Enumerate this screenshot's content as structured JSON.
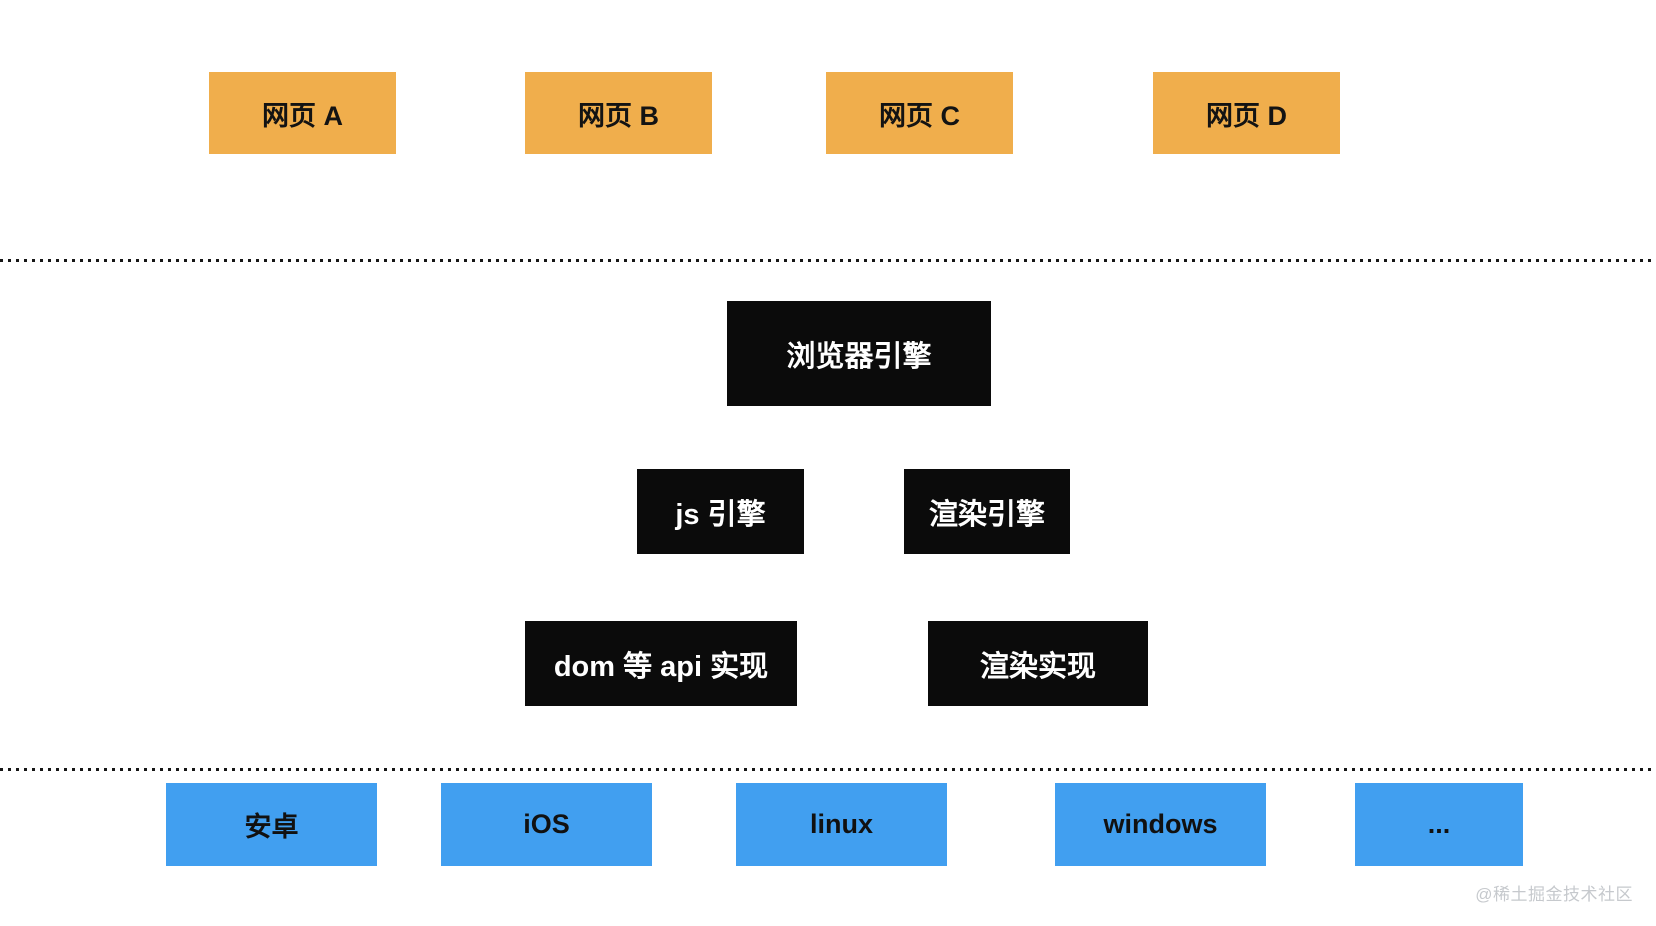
{
  "layers": {
    "webpages": {
      "items": [
        {
          "label": "网页 A"
        },
        {
          "label": "网页 B"
        },
        {
          "label": "网页 C"
        },
        {
          "label": "网页 D"
        }
      ]
    },
    "browser_engine": {
      "label": "浏览器引擎"
    },
    "engines": {
      "items": [
        {
          "label": "js 引擎"
        },
        {
          "label": "渲染引擎"
        }
      ]
    },
    "implementations": {
      "items": [
        {
          "label": "dom 等 api 实现"
        },
        {
          "label": "渲染实现"
        }
      ]
    },
    "platforms": {
      "items": [
        {
          "label": "安卓"
        },
        {
          "label": "iOS"
        },
        {
          "label": "linux"
        },
        {
          "label": "windows"
        },
        {
          "label": "..."
        }
      ]
    }
  },
  "watermark": {
    "text": "@稀土掘金技术社区"
  },
  "colors": {
    "webpage_box": "#f0ae4c",
    "engine_box": "#0b0b0b",
    "engine_text": "#ffffff",
    "platform_box": "#419ff0",
    "box_text": "#131313",
    "dotted_line": "#161616",
    "watermark_text": "#c6c9cd",
    "background": "#ffffff"
  }
}
